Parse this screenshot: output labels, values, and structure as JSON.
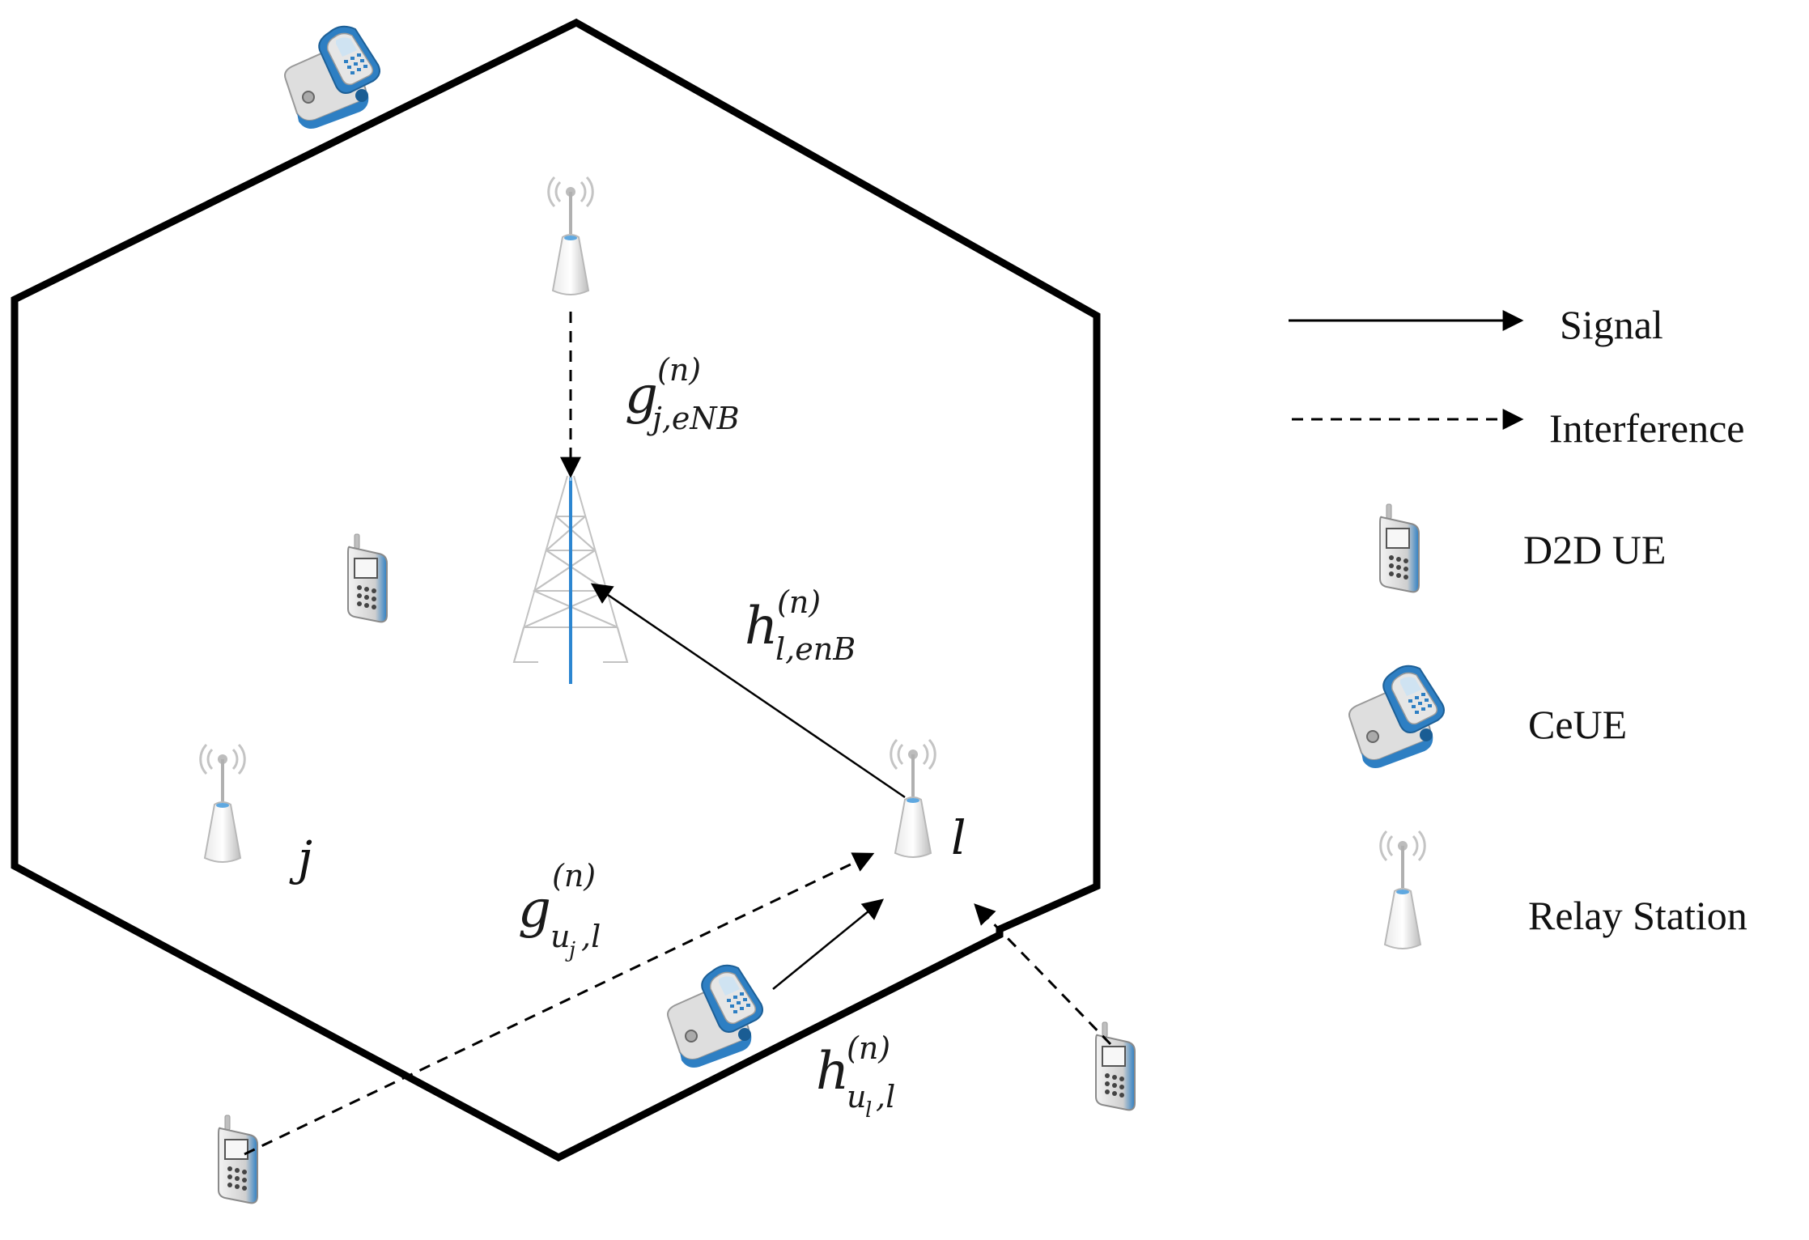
{
  "legend": {
    "signal": "Signal",
    "interference": "Interference",
    "d2d_ue": "D2D UE",
    "ceue": "CeUE",
    "relay_station": "Relay Station"
  },
  "nodes": {
    "relay_j": "j",
    "relay_l": "l"
  },
  "channels": {
    "g_relay_enb": {
      "base": "g",
      "sup": "(n)",
      "sub": "j,eNB"
    },
    "h_relay_enb": {
      "base": "h",
      "sup": "(n)",
      "sub": "l,enB"
    },
    "g_d2d_relay": {
      "base": "g",
      "sup": "(n)",
      "sub": "u",
      "subsub": "j",
      "subtail": ",l"
    },
    "h_ceue_relay": {
      "base": "h",
      "sup": "(n)",
      "sub": "u",
      "subsub": "l",
      "subtail": ",l"
    }
  },
  "colors": {
    "cell_border": "#000000",
    "device_blue": "#2e7fc3",
    "device_grey": "#c8c8c8",
    "tower_grey": "#b5b5b5",
    "tower_blue": "#2c86d1"
  },
  "icons": {
    "d2d_ue": "phone-icon",
    "ceue": "flip-phone-icon",
    "relay_station": "relay-antenna-icon",
    "enb": "cell-tower-icon"
  }
}
